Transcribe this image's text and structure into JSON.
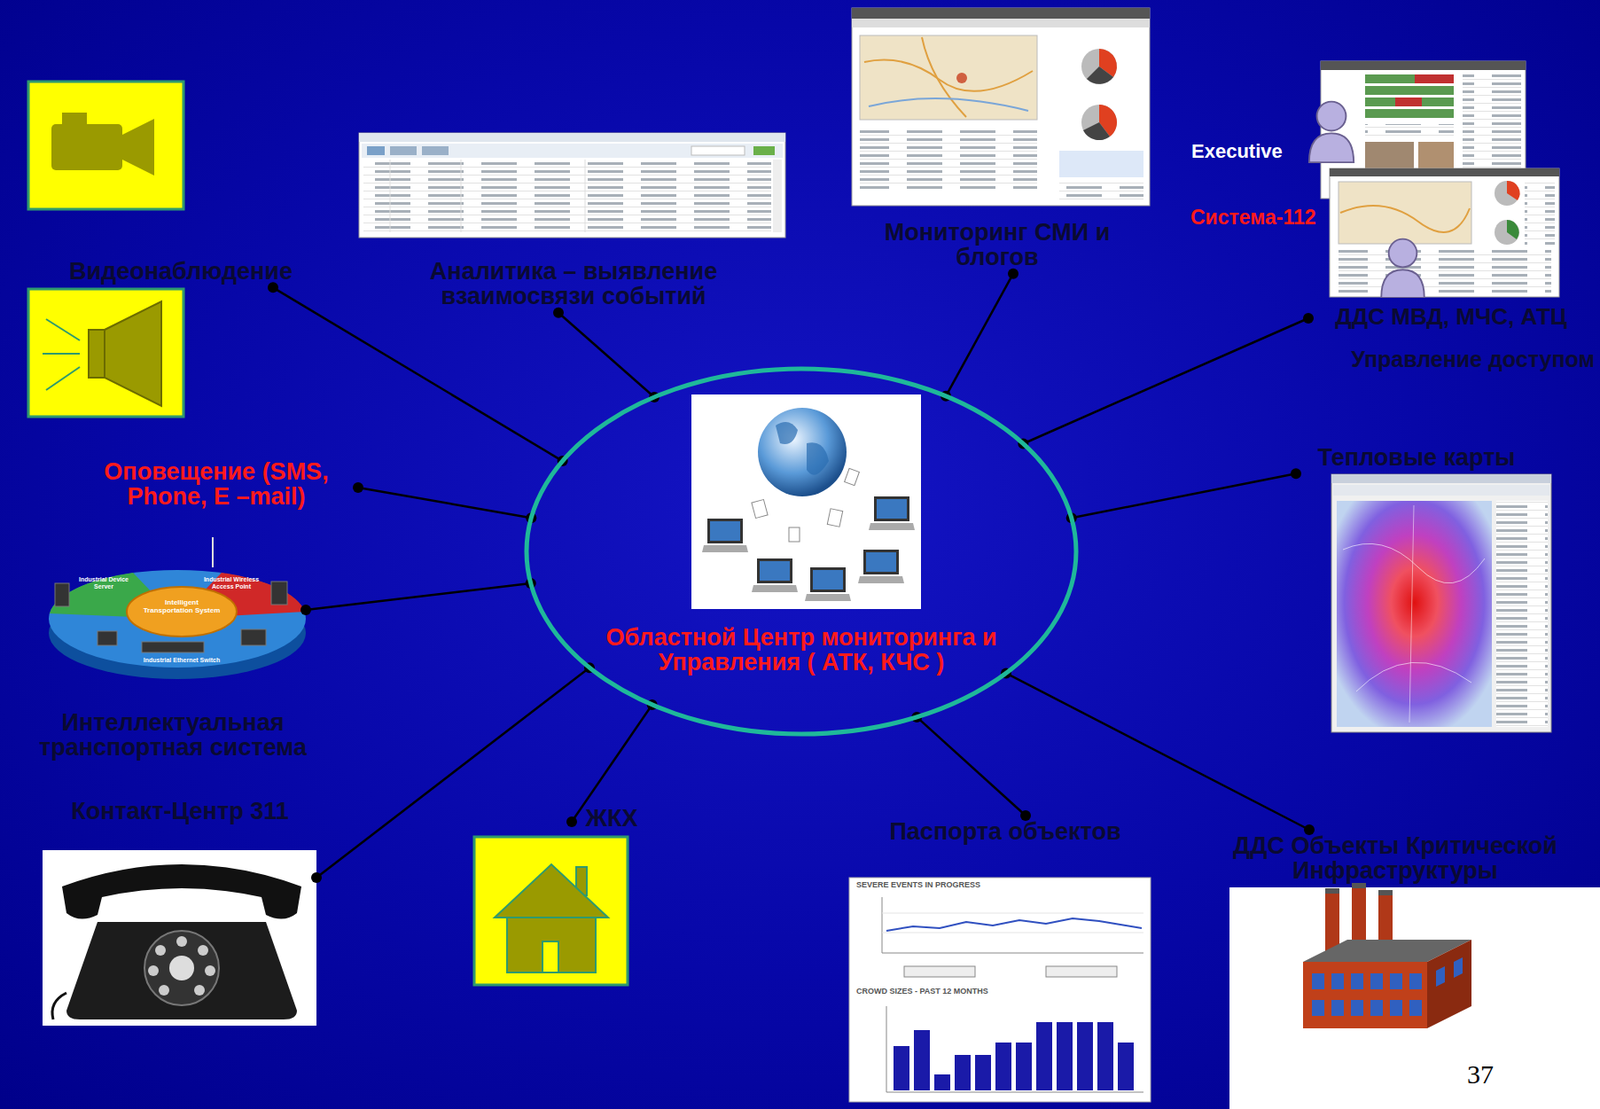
{
  "diagram": {
    "nodes": [
      {
        "text": [
          "Областной Центр мониторинга и Управления ( АТК, КЧС )"
        ]
      },
      {
        "text": [
          "Видеонаблюдение"
        ]
      },
      {
        "text": [
          "Аналитика – выявление взаимосвязи событий"
        ]
      },
      {
        "text": [
          "Мониторинг СМИ и блогов"
        ]
      },
      {
        "text": [
          "ДДС МВД, МЧС, АТЦ"
        ]
      },
      {
        "text": [
          "Тепловые карты"
        ]
      },
      {
        "text": [
          "ДДС Объекты Критической Инфраструктуры"
        ]
      },
      {
        "text": [
          "Паспорта объектов"
        ]
      },
      {
        "text": [
          "ЖКХ"
        ]
      },
      {
        "text": [
          "Контакт-Центр 311"
        ]
      },
      {
        "text": [
          "Интеллектуальная транспортная система"
        ]
      },
      {
        "text": [
          "Оповещение (SMS, Phone, E –mail)"
        ]
      }
    ],
    "edges": [
      {
        "from": 0,
        "to": 1,
        "arrow": "none"
      },
      {
        "from": 0,
        "to": 2,
        "arrow": "none"
      },
      {
        "from": 0,
        "to": 3,
        "arrow": "none"
      },
      {
        "from": 0,
        "to": 4,
        "arrow": "none"
      },
      {
        "from": 0,
        "to": 5,
        "arrow": "none"
      },
      {
        "from": 0,
        "to": 6,
        "arrow": "none"
      },
      {
        "from": 0,
        "to": 7,
        "arrow": "none"
      },
      {
        "from": 0,
        "to": 8,
        "arrow": "none"
      },
      {
        "from": 0,
        "to": 9,
        "arrow": "none"
      },
      {
        "from": 0,
        "to": 10,
        "arrow": "none"
      },
      {
        "from": 0,
        "to": 11,
        "arrow": "none"
      }
    ],
    "labels": [
      "Executive",
      "Система-112",
      "Управление доступом",
      "37",
      "Intelligent Transportation System",
      "Industrial Device Server",
      "Industrial Wireless Access Point",
      "Industrial Ethernet Switch",
      "SEVERE EVENTS IN PROGRESS",
      "CROWD SIZES - PAST 12 MONTHS"
    ]
  }
}
